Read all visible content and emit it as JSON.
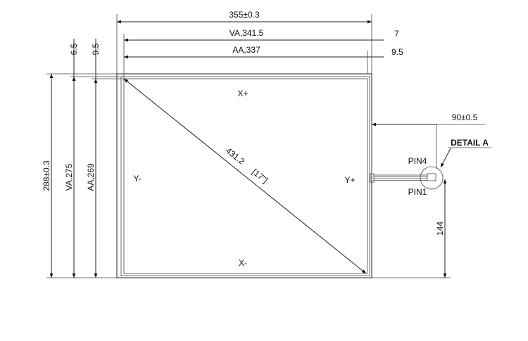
{
  "drawing": {
    "dims": {
      "overall_width": "355±0.3",
      "va_width": "VA,341.5",
      "aa_width": "AA,337",
      "right_offset_va": "7",
      "right_offset_aa": "9.5",
      "top_offset_va": "6.5",
      "top_offset_aa": "9.5",
      "overall_height": "288±0.3",
      "va_height": "VA,275",
      "aa_height": "AA,269",
      "diagonal": "431.2",
      "diagonal_inch": "[17\"]",
      "cable_length": "90±0.5",
      "cable_position": "144"
    },
    "labels": {
      "x_plus": "X+",
      "x_minus": "X-",
      "y_plus": "Y+",
      "y_minus": "Y-",
      "pin4": "PIN4",
      "pin1": "PIN1",
      "detail": "DETAIL A"
    },
    "colors": {
      "line": "#222222",
      "background": "#ffffff"
    }
  }
}
